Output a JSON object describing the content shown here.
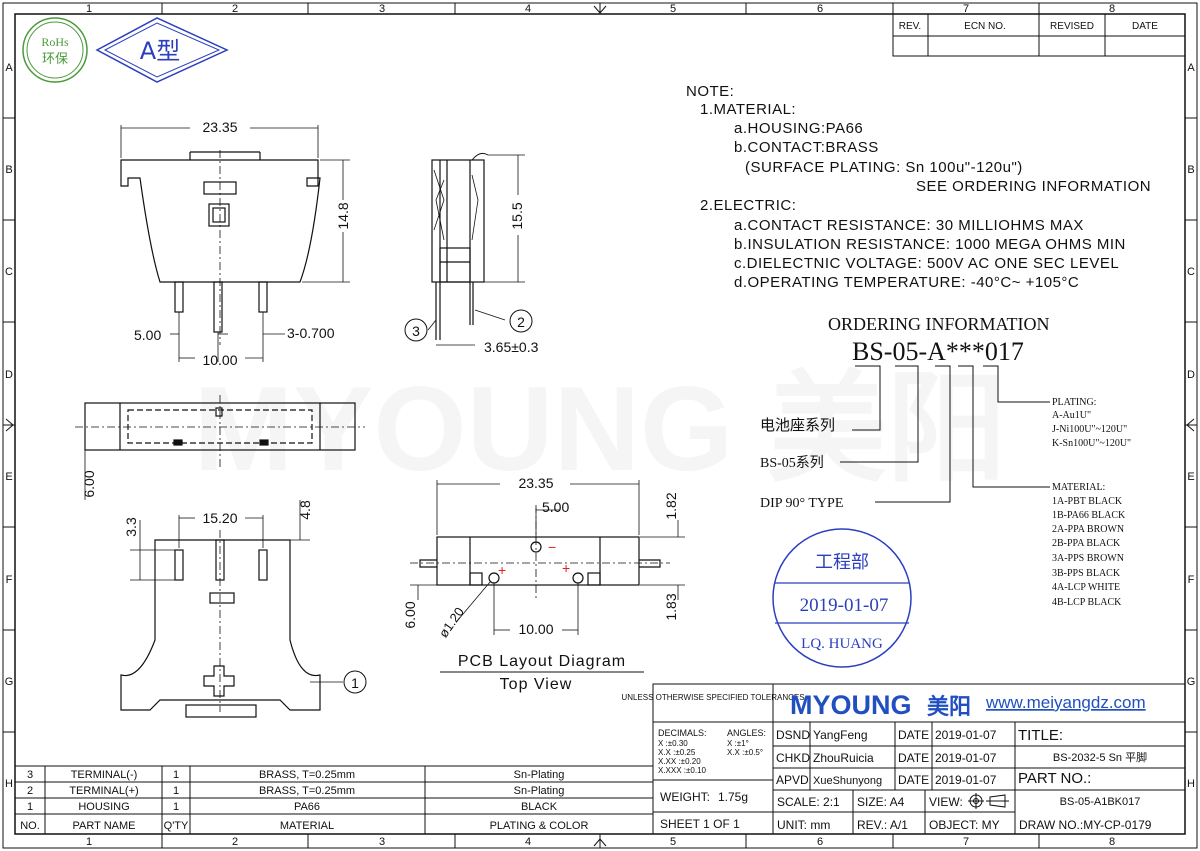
{
  "border": {
    "columns_top": [
      "1",
      "2",
      "3",
      "4",
      "5",
      "6",
      "7",
      "8"
    ],
    "columns_bottom": [
      "1",
      "2",
      "3",
      "4",
      "5",
      "6",
      "7",
      "8"
    ],
    "rows": [
      "A",
      "B",
      "C",
      "D",
      "E",
      "F",
      "G",
      "H"
    ]
  },
  "badges": {
    "rohs_line1": "RoHs",
    "rohs_line2": "环保",
    "type_label": "A型"
  },
  "revision_table": {
    "headers": [
      "REV.",
      "ECN NO.",
      "REVISED",
      "DATE"
    ]
  },
  "notes": {
    "lines": [
      "NOTE:",
      "1.MATERIAL:",
      "a.HOUSING:PA66",
      "b.CONTACT:BRASS",
      "(SURFACE PLATING: Sn 100u\"-120u\")",
      "SEE ORDERING INFORMATION",
      "2.ELECTRIC:",
      "a.CONTACT RESISTANCE: 30 MILLIOHMS MAX",
      "b.INSULATION RESISTANCE: 1000 MEGA OHMS MIN",
      "c.DIELECTNIC VOLTAGE: 500V AC ONE SEC LEVEL",
      "d.OPERATING TEMPERATURE: -40°C~ +105°C"
    ]
  },
  "ordering": {
    "title": "ORDERING INFORMATION",
    "code": "BS-05-A***017",
    "series_cn": "电池座系列",
    "series": "BS-05系列",
    "type": "DIP 90°  TYPE",
    "plating_title": "PLATING:",
    "plating": [
      "A-Au1U\"",
      "J-Ni100U\"~120U\"",
      "K-Sn100U\"~120U\""
    ],
    "material_title": "MATERIAL:",
    "materials": [
      "1A-PBT BLACK",
      "1B-PA66 BLACK",
      "2A-PPA BROWN",
      "2B-PPA BLACK",
      "3A-PPS BROWN",
      "3B-PPS BLACK",
      "4A-LCP WHITE",
      "4B-LCP BLACK"
    ]
  },
  "stamp": {
    "dept": "工程部",
    "date": "2019-01-07",
    "name": "LQ. HUANG"
  },
  "watermark": "MYOUNG 美阳",
  "dimensions": {
    "top_width": "23.35",
    "height": "14.8",
    "pitch_left": "5.00",
    "pitch": "10.00",
    "pin": "3-0.700",
    "side_height": "15.5",
    "side_pin": "3.65±0.3",
    "bottom_depth": "6.00",
    "pin_h": "3.3",
    "pin_span": "15.20",
    "pin_offset": "4.8",
    "pcb_width": "23.35",
    "pcb_off": "5.00",
    "pcb_top": "1.82",
    "pcb_bot": "1.83",
    "pcb_depth": "6.00",
    "hole": "ø1.20",
    "pcb_pitch": "10.00"
  },
  "callouts": {
    "c1": "1",
    "c2": "2",
    "c3": "3"
  },
  "pcb_caption": {
    "line1": "PCB Layout Diagram",
    "line2": "Top View"
  },
  "bom": {
    "headers": [
      "NO.",
      "PART NAME",
      "Q'TY",
      "MATERIAL",
      "PLATING & COLOR"
    ],
    "rows": [
      [
        "3",
        "TERMINAL(-)",
        "1",
        "BRASS, T=0.25mm",
        "Sn-Plating"
      ],
      [
        "2",
        "TERMINAL(+)",
        "1",
        "BRASS, T=0.25mm",
        "Sn-Plating"
      ],
      [
        "1",
        "HOUSING",
        "1",
        "PA66",
        "BLACK"
      ]
    ]
  },
  "title_block": {
    "tolerance_title": "UNLESS OTHERWISE SPECIFIED TOLERANCES",
    "decimals": "DECIMALS:",
    "dec_lines": [
      "X      :±0.30",
      "X.X    :±0.25",
      "X.XX   :±0.20",
      "X.XXX  :±0.10"
    ],
    "angles": "ANGLES:",
    "ang_lines": [
      "X   :±1°",
      "X.X :±0.5°"
    ],
    "weight_label": "WEIGHT:",
    "weight": "1.75g",
    "sheet": "SHEET  1  OF  1",
    "logo": "MYOUNG",
    "logo_cn": "美阳",
    "website": "www.meiyangdz.com",
    "dsnd_label": "DSND",
    "dsnd": "YangFeng",
    "chkd_label": "CHKD",
    "chkd": "ZhouRuicia",
    "apvd_label": "APVD",
    "apvd": "XueShunyong",
    "date_label": "DATE",
    "dates": [
      "2019-01-07",
      "2019-01-07",
      "2019-01-07"
    ],
    "title_label": "TITLE:",
    "title": "BS-2032-5 Sn 平脚",
    "part_label": "PART NO.:",
    "part": "BS-05-A1BK017",
    "scale": "SCALE: 2:1",
    "size": "SIZE: A4",
    "view": "VIEW:",
    "unit": "UNIT: mm",
    "rev": "REV.: A/1",
    "object": "OBJECT: MY",
    "draw_no": "DRAW NO.:MY-CP-0179"
  }
}
